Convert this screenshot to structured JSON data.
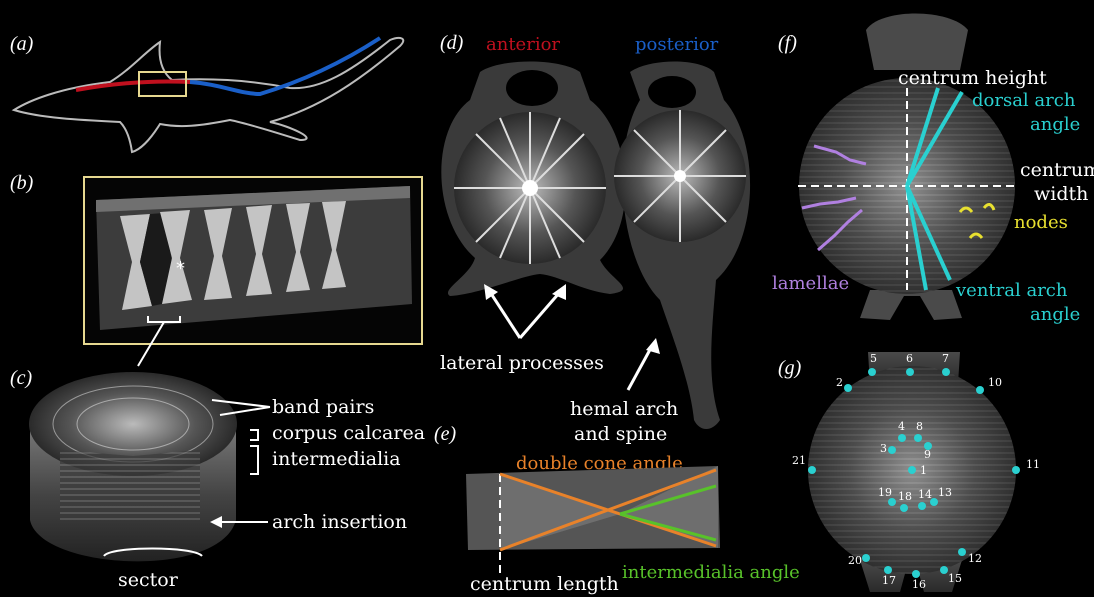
{
  "panels": {
    "a": "(a)",
    "b": "(b)",
    "c": "(c)",
    "d": "(d)",
    "e": "(e)",
    "f": "(f)",
    "g": "(g)"
  },
  "labels_c": {
    "band_pairs": "band pairs",
    "corpus_calcarea": "corpus calcarea",
    "intermedialia": "intermedialia",
    "arch_insertion": "arch insertion",
    "sector": "sector"
  },
  "labels_d": {
    "anterior": "anterior",
    "posterior": "posterior",
    "lateral_processes": "lateral processes",
    "hemal_arch_1": "hemal arch",
    "hemal_arch_2": "and spine"
  },
  "labels_e": {
    "double_cone_angle": "double cone angle",
    "centrum_length": "centrum length",
    "intermedialia_angle": "intermedialia angle"
  },
  "labels_f": {
    "centrum_height": "centrum height",
    "dorsal_arch_1": "dorsal arch",
    "dorsal_arch_2": "angle",
    "centrum_width_1": "centrum",
    "centrum_width_2": "width",
    "nodes": "nodes",
    "lamellae": "lamellae",
    "ventral_arch_1": "ventral arch",
    "ventral_arch_2": "angle"
  },
  "asterisk": "*",
  "landmarks": [
    "1",
    "2",
    "3",
    "4",
    "5",
    "6",
    "7",
    "8",
    "9",
    "10",
    "11",
    "12",
    "13",
    "14",
    "15",
    "16",
    "17",
    "18",
    "19",
    "20",
    "21"
  ],
  "colors": {
    "anterior": "#c0101e",
    "posterior": "#1a5fc8",
    "orange": "#e8822a",
    "green": "#58c22a",
    "cyan": "#2ad0d0",
    "yellow": "#e8e030",
    "purple": "#b080e0",
    "frame": "#e6d890"
  }
}
